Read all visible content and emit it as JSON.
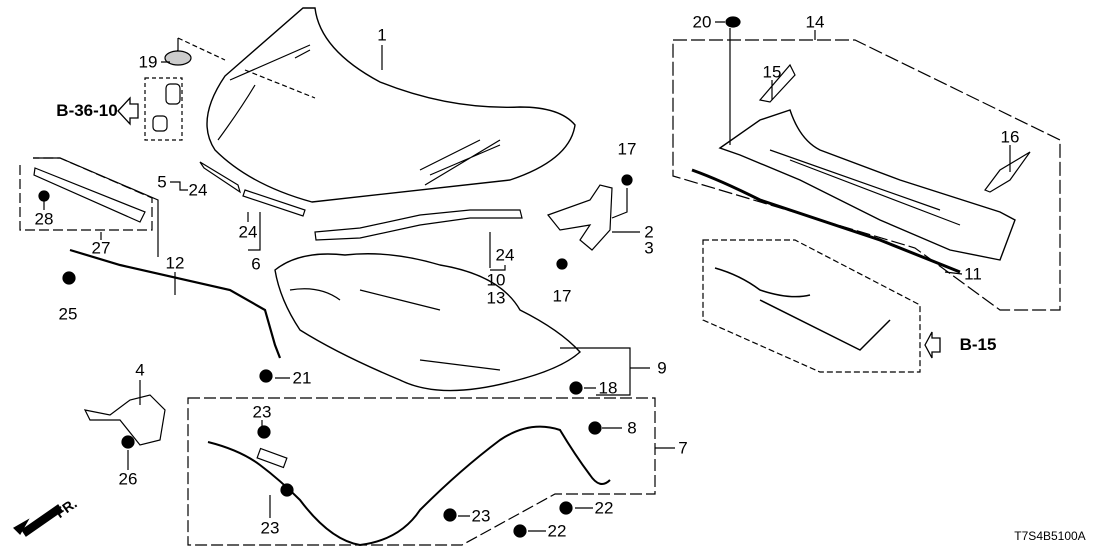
{
  "diagram": {
    "callouts": [
      "1",
      "19",
      "5",
      "24",
      "28",
      "27",
      "24",
      "6",
      "12",
      "17",
      "2",
      "3",
      "24",
      "10",
      "13",
      "17",
      "20",
      "14",
      "15",
      "16",
      "11",
      "25",
      "9",
      "21",
      "18",
      "4",
      "23",
      "8",
      "7",
      "26",
      "23",
      "23",
      "22",
      "22"
    ],
    "references": {
      "left": "B-36-10",
      "right": "B-15"
    },
    "front_indicator": "FR.",
    "diagram_code": "T7S4B5100A"
  }
}
